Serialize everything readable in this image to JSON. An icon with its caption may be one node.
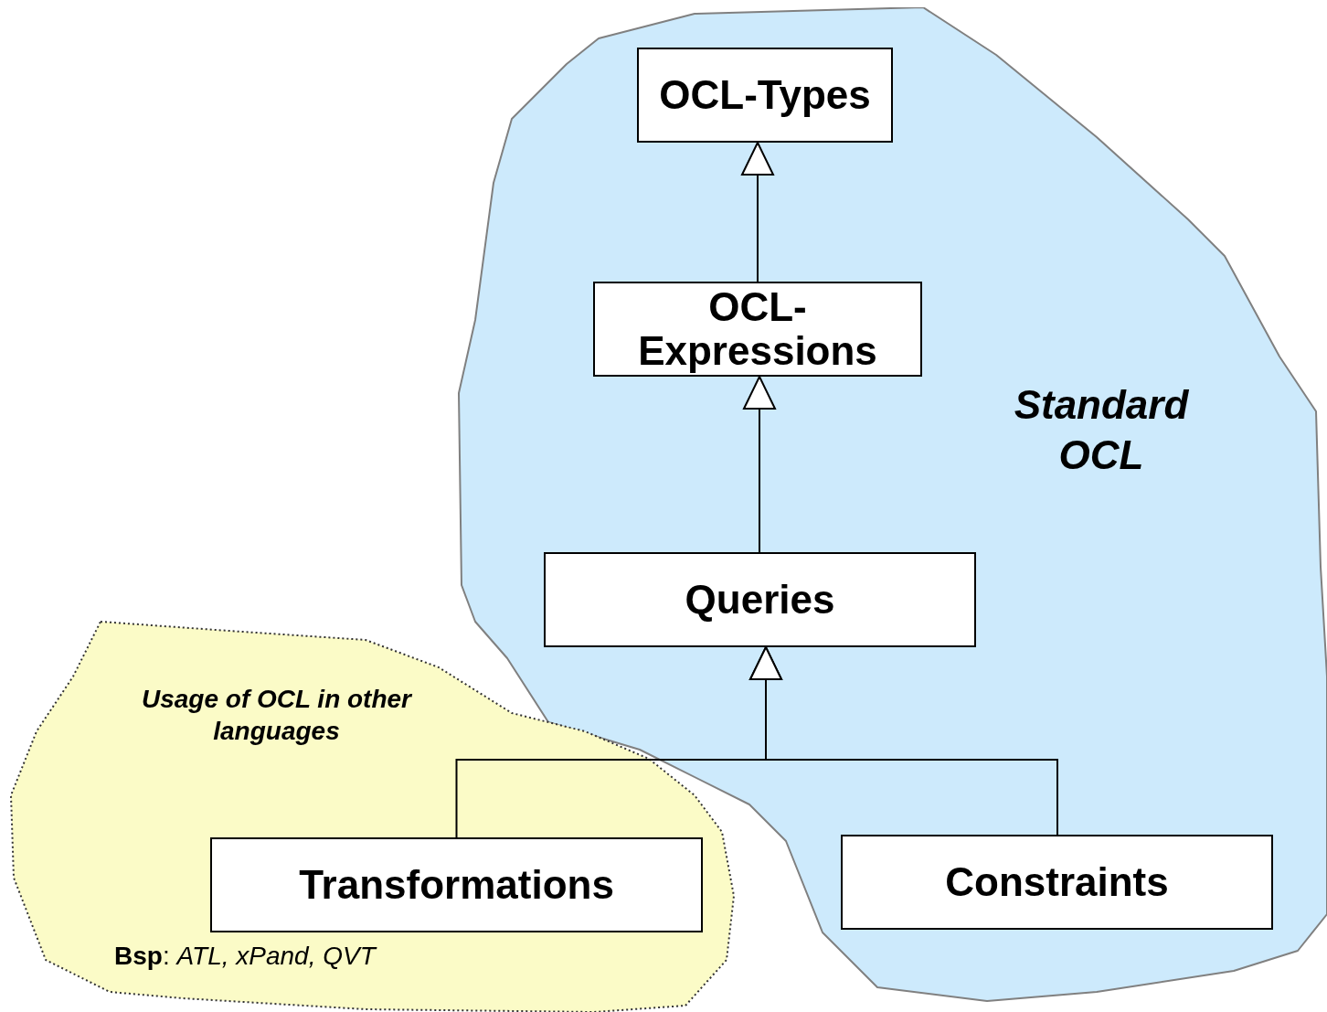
{
  "diagram": {
    "nodes": [
      {
        "text": [
          "Standard OCL"
        ]
      },
      {
        "text": [
          "Usage of OCL in other languages",
          "**Bsp**: *ATL, xPand, QVT*"
        ]
      },
      {
        "text": [
          "OCL-Types"
        ],
        "in": 0
      },
      {
        "text": [
          "OCL-Expressions"
        ],
        "in": 0
      },
      {
        "text": [
          "Queries"
        ],
        "in": 0
      },
      {
        "text": [
          "Transformations"
        ],
        "in": 1
      },
      {
        "text": [
          "Constraints"
        ],
        "in": 0
      }
    ],
    "edges": [
      {
        "from": 3,
        "to": 2,
        "arrow": "to"
      },
      {
        "from": 4,
        "to": 3,
        "arrow": "to"
      },
      {
        "from": 5,
        "to": 4,
        "arrow": "to"
      },
      {
        "from": 6,
        "to": 4,
        "arrow": "to"
      }
    ]
  }
}
